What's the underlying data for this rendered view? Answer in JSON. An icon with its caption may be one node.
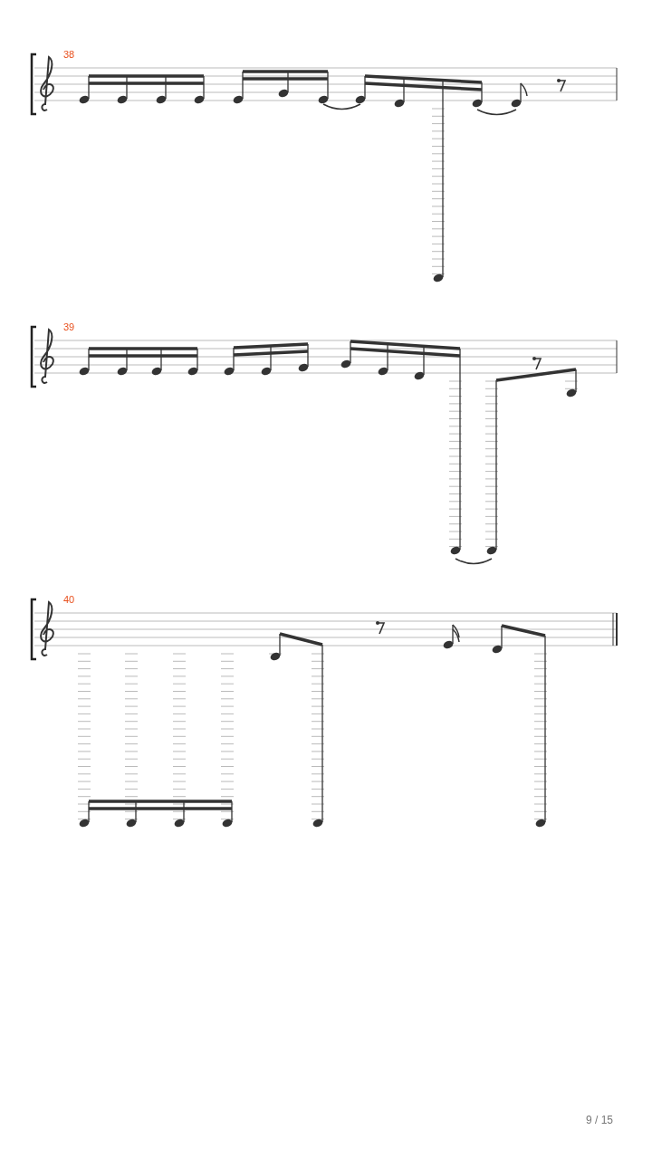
{
  "diagram": {
    "labels": [
      "38",
      "39",
      "40",
      "9 / 15"
    ]
  }
}
